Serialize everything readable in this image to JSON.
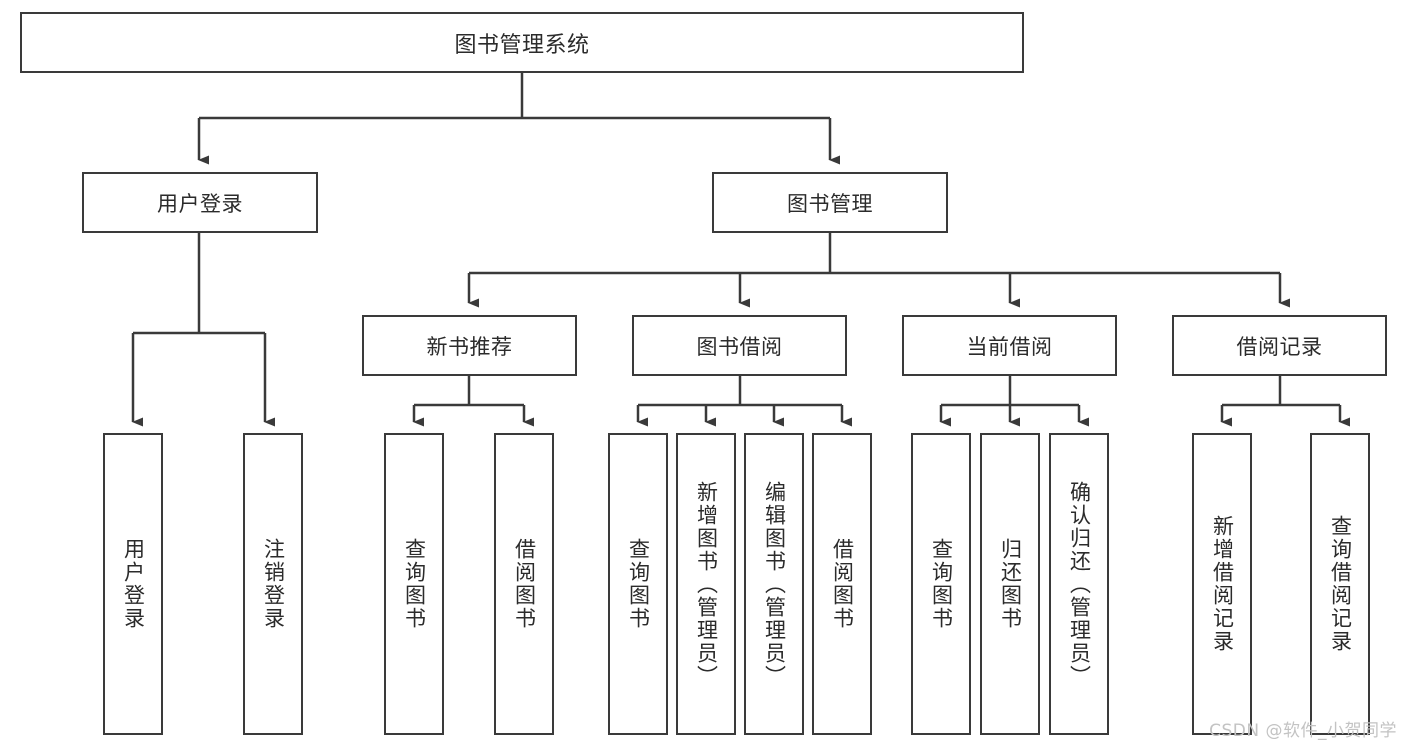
{
  "diagram": {
    "title": "图书管理系统",
    "style": {
      "line_color": "#3a3a3a",
      "box_fill": "#ffffff",
      "text_color": "#2b2b2b",
      "watermark_color": "#c3c3c3"
    },
    "root": {
      "label": "图书管理系统"
    },
    "level1": [
      {
        "label": "用户登录"
      },
      {
        "label": "图书管理"
      }
    ],
    "level2": [
      {
        "label": "新书推荐"
      },
      {
        "label": "图书借阅"
      },
      {
        "label": "当前借阅"
      },
      {
        "label": "借阅记录"
      }
    ],
    "leaves": {
      "user_login": [
        {
          "label": "用户登录"
        },
        {
          "label": "注销登录"
        }
      ],
      "new_book_recommend": [
        {
          "label": "查询图书"
        },
        {
          "label": "借阅图书"
        }
      ],
      "book_borrow": [
        {
          "label": "查询图书"
        },
        {
          "label": "新增图书（管理员）"
        },
        {
          "label": "编辑图书（管理员）"
        },
        {
          "label": "借阅图书"
        }
      ],
      "current_borrow": [
        {
          "label": "查询图书"
        },
        {
          "label": "归还图书"
        },
        {
          "label": "确认归还（管理员）"
        }
      ],
      "borrow_record": [
        {
          "label": "新增借阅记录"
        },
        {
          "label": "查询借阅记录"
        }
      ]
    }
  },
  "watermark": {
    "text": "CSDN @软件_小贺同学"
  }
}
